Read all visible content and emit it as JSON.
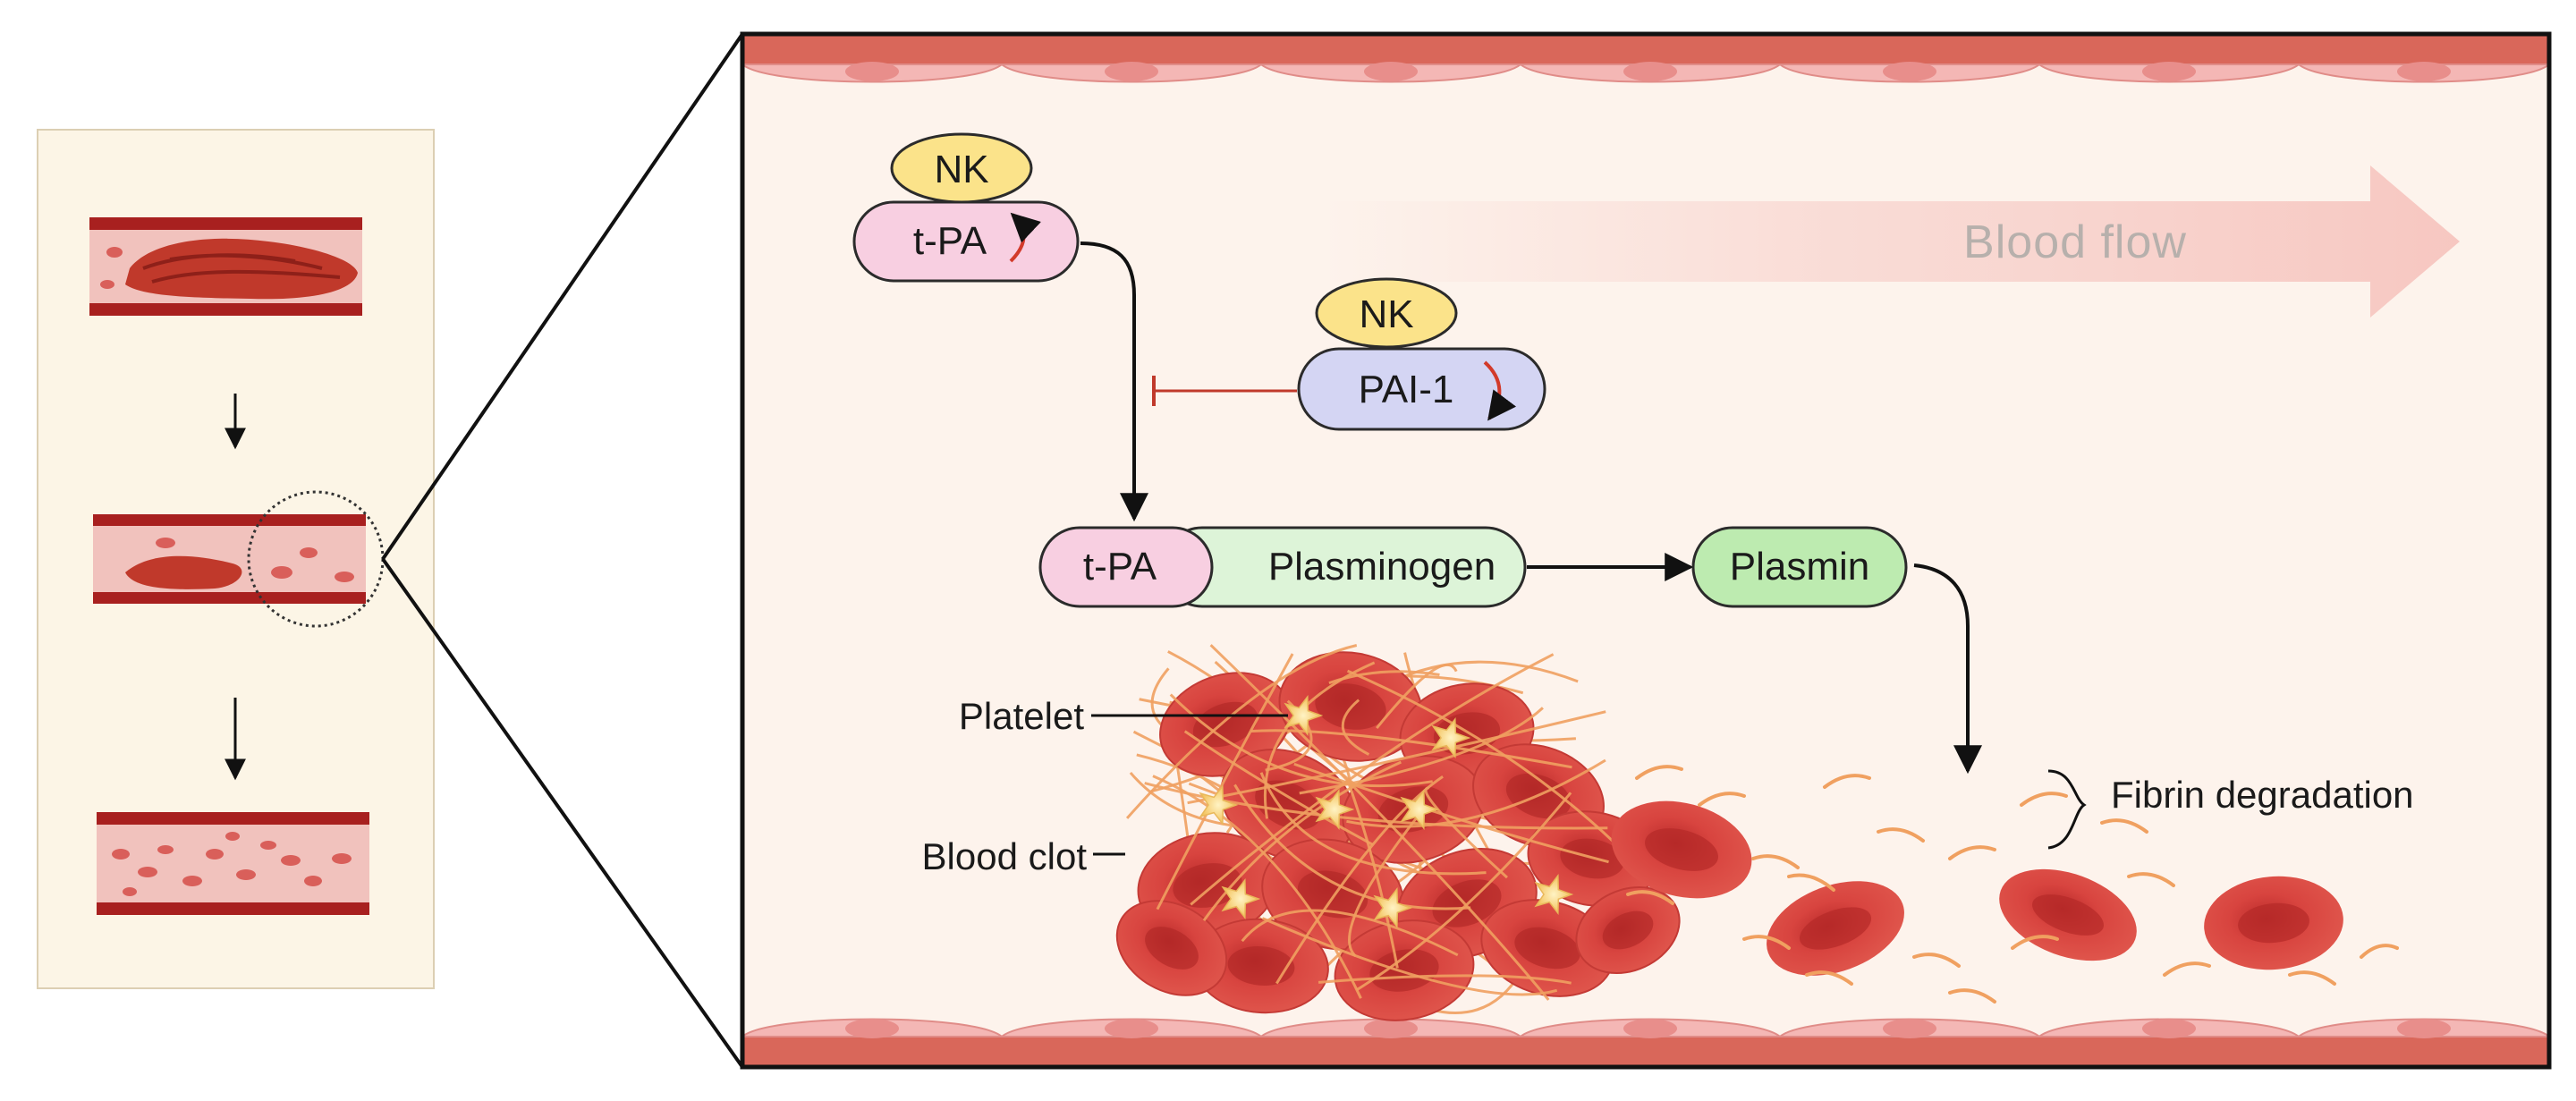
{
  "diagram": {
    "blood_flow_label": "Blood flow",
    "nodes": {
      "nk_top": "NK",
      "tpa_top": "t-PA",
      "nk_mid": "NK",
      "pai1": "PAI-1",
      "tpa_complex": "t-PA",
      "plasminogen": "Plasminogen",
      "plasmin": "Plasmin"
    },
    "callouts": {
      "platelet": "Platelet",
      "blood_clot": "Blood clot",
      "fibrin_degradation": "Fibrin degradation"
    },
    "colors": {
      "nk_fill": "#fbe38a",
      "tpa_fill": "#f8cfe1",
      "pai1_fill": "#d4d5f3",
      "plasminogen_fill": "#ddf4d8",
      "plasmin_fill": "#bdebb0",
      "inhibit_line": "#c0392b",
      "vessel_wall": "#d9675a",
      "endothelium": "#f4b7b5",
      "lumen": "#fdf4ee",
      "rbc": "#d9433f",
      "platelet": "#f6d27a",
      "fibrin": "#f0a060"
    }
  }
}
